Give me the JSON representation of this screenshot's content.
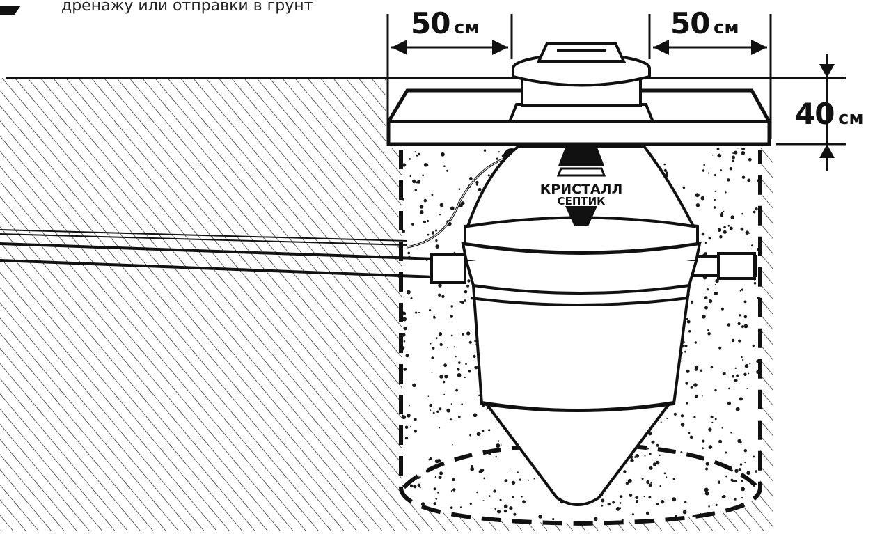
{
  "caption": {
    "text": "дренажу или отправки в грунт"
  },
  "dimensions": {
    "left_width": {
      "value": "50",
      "unit": "см"
    },
    "right_width": {
      "value": "50",
      "unit": "см"
    },
    "depth": {
      "value": "40",
      "unit": "см"
    }
  },
  "brand": {
    "line1": "КРИСТАЛЛ",
    "line2": "СЕПТИК"
  },
  "colors": {
    "ink": "#111111",
    "background": "#ffffff",
    "sand_dots": "#1a1a1a"
  }
}
